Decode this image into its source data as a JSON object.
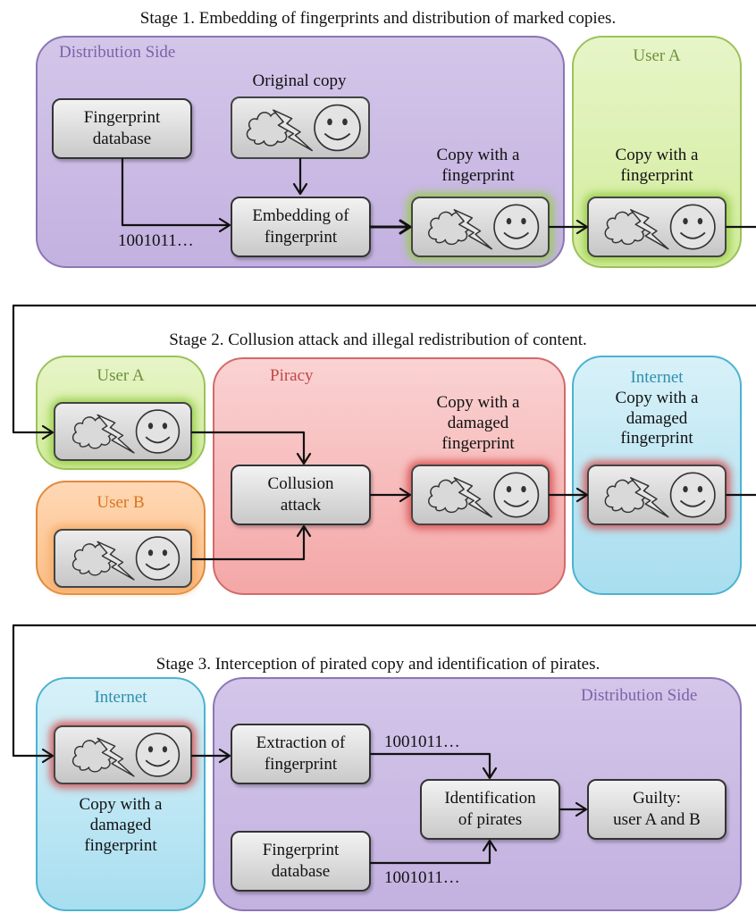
{
  "stage1": {
    "title": "Stage 1. Embedding of fingerprints and distribution of marked copies.",
    "distribution_side": "Distribution Side",
    "user_a": "User A",
    "fingerprint_database": [
      "Fingerprint",
      "database"
    ],
    "original_copy": "Original copy",
    "embedding": [
      "Embedding of",
      "fingerprint"
    ],
    "bits": "1001011…",
    "copy_with_fingerprint": [
      "Copy with a",
      "fingerprint"
    ],
    "user_copy_label": [
      "Copy with a",
      "fingerprint"
    ]
  },
  "stage2": {
    "title": "Stage 2. Collusion attack and illegal redistribution of content.",
    "user_a": "User A",
    "user_b": "User B",
    "piracy": "Piracy",
    "internet": "Internet",
    "collusion": [
      "Collusion",
      "attack"
    ],
    "damaged_copy": [
      "Copy with a",
      "damaged",
      "fingerprint"
    ],
    "internet_copy": [
      "Copy with a",
      "damaged",
      "fingerprint"
    ]
  },
  "stage3": {
    "title": "Stage 3. Interception of pirated copy and identification of pirates.",
    "internet": "Internet",
    "distribution_side": "Distribution Side",
    "extraction": [
      "Extraction of",
      "fingerprint"
    ],
    "bits_top": "1001011…",
    "identification": [
      "Identification",
      "of pirates"
    ],
    "guilty": [
      "Guilty:",
      "user A and B"
    ],
    "fingerprint_database": [
      "Fingerprint",
      "database"
    ],
    "bits_bottom": "1001011…",
    "copy_label": [
      "Copy with a",
      "damaged",
      "fingerprint"
    ]
  },
  "icons": [
    "cloud-icon",
    "lightning-icon",
    "smiley-icon"
  ]
}
